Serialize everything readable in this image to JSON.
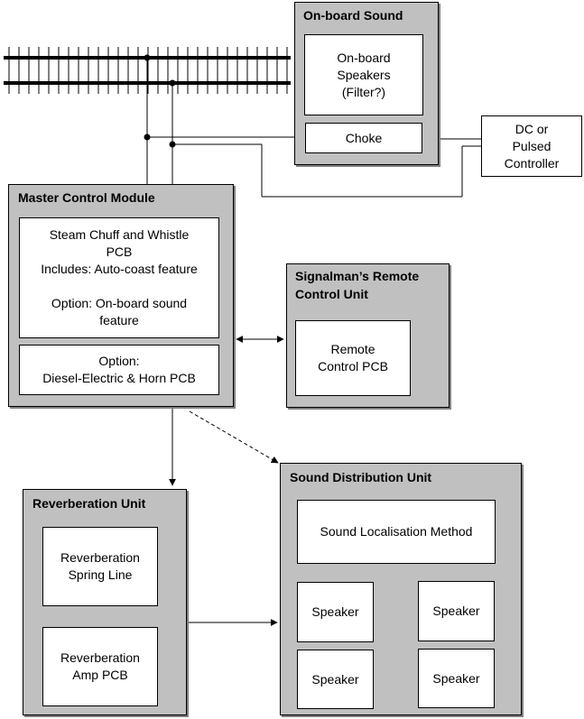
{
  "onboard_sound": {
    "title": "On-board Sound",
    "speakers": "On-board\nSpeakers\n(Filter?)",
    "choke": "Choke"
  },
  "dc_controller": "DC or\nPulsed\nController",
  "master_control": {
    "title": "Master Control Module",
    "steam_pcb": "Steam Chuff and Whistle\nPCB\nIncludes:  Auto-coast feature\n\nOption:  On-board sound\nfeature",
    "diesel_pcb": "Option:\nDiesel-Electric & Horn PCB"
  },
  "signalman": {
    "title": "Signalman’s Remote\nControl Unit",
    "remote_pcb": "Remote\nControl PCB"
  },
  "reverberation": {
    "title": "Reverberation Unit",
    "spring_line": "Reverberation\nSpring Line",
    "amp_pcb": "Reverberation\nAmp PCB"
  },
  "sound_distribution": {
    "title": "Sound Distribution Unit",
    "localisation": "Sound Localisation Method",
    "speaker_1": "Speaker",
    "speaker_2": "Speaker",
    "speaker_3": "Speaker",
    "speaker_4": "Speaker"
  }
}
